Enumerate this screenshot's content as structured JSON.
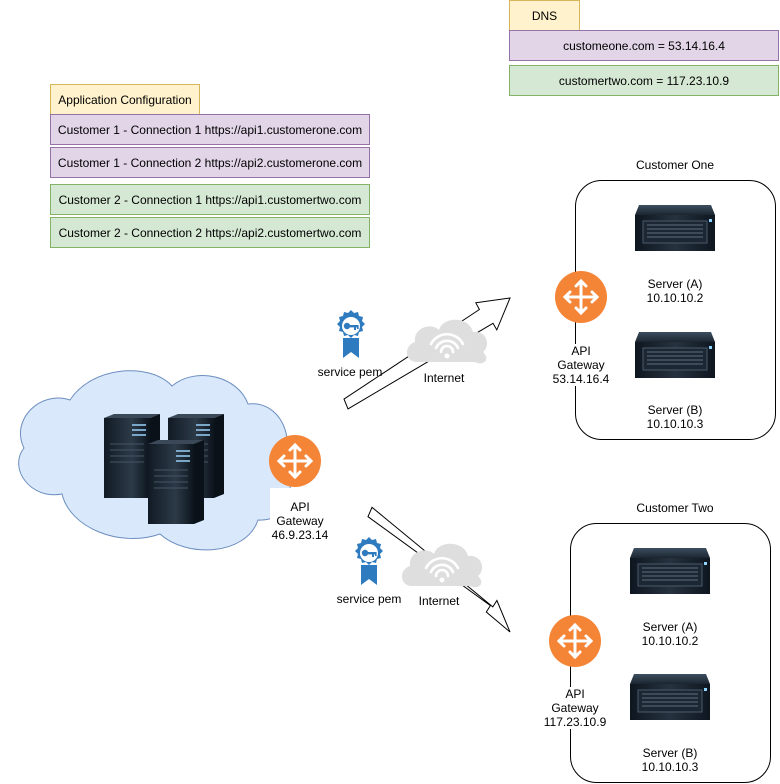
{
  "dns": {
    "header": "DNS",
    "records": [
      "customeone.com = 53.14.16.4",
      "customertwo.com = 117.23.10.9"
    ]
  },
  "app_config": {
    "header": "Application Configuration",
    "rows": [
      "Customer 1 - Connection 1 https://api1.customerone.com",
      "Customer 1 - Connection 2 https://api2.customerone.com",
      "Customer 2 - Connection 1 https://api1.customertwo.com",
      "Customer 2 - Connection 2 https://api2.customertwo.com"
    ]
  },
  "provider": {
    "gateway_label": "API",
    "gateway_label2": "Gateway",
    "gateway_ip": "46.9.23.14"
  },
  "links": {
    "top": {
      "cert": "service pem",
      "cloud": "Internet"
    },
    "bottom": {
      "cert": "service pem",
      "cloud": "Internet"
    }
  },
  "customer_one": {
    "title": "Customer One",
    "gateway_label": "API",
    "gateway_label2": "Gateway",
    "gateway_ip": "53.14.16.4",
    "server_a": {
      "name": "Server (A)",
      "ip": "10.10.10.2"
    },
    "server_b": {
      "name": "Server (B)",
      "ip": "10.10.10.3"
    }
  },
  "customer_two": {
    "title": "Customer Two",
    "gateway_label": "API",
    "gateway_label2": "Gateway",
    "gateway_ip": "117.23.10.9",
    "server_a": {
      "name": "Server (A)",
      "ip": "10.10.10.2"
    },
    "server_b": {
      "name": "Server (B)",
      "ip": "10.10.10.3"
    }
  },
  "colors": {
    "yellow_fill": "#fff2cc",
    "purple_fill": "#e1d5e7",
    "green_fill": "#d5e8d4",
    "cloud_fill": "#dae8fc",
    "gateway_orange": "#f58536",
    "cert_blue": "#2f7bbf"
  }
}
